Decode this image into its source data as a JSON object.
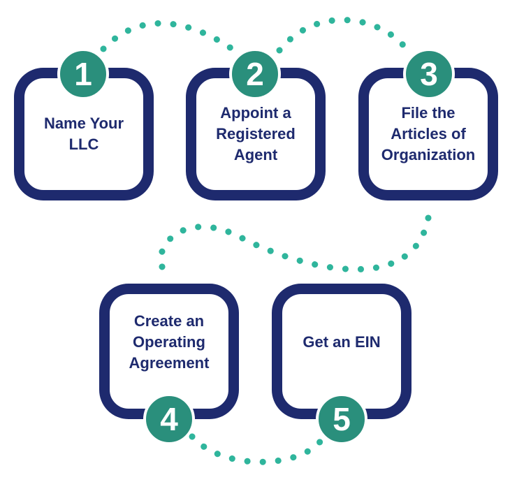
{
  "colors": {
    "box_border": "#1e2a6e",
    "label_text": "#1e2a6e",
    "badge_fill": "#2a8f7c",
    "dots": "#2fb59c"
  },
  "steps": [
    {
      "number": "1",
      "label": "Name Your\nLLC"
    },
    {
      "number": "2",
      "label": "Appoint a\nRegistered\nAgent"
    },
    {
      "number": "3",
      "label": "File the\nArticles of\nOrganization"
    },
    {
      "number": "4",
      "label": "Create an\nOperating\nAgreement"
    },
    {
      "number": "5",
      "label": "Get an EIN"
    }
  ]
}
